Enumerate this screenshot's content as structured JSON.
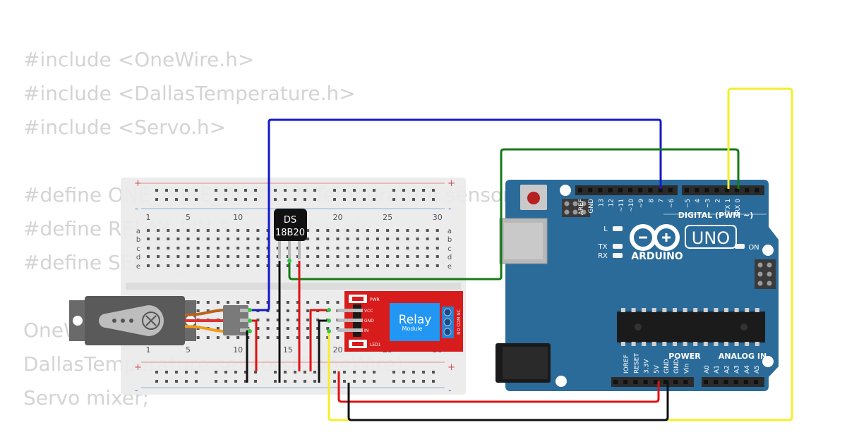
{
  "code": {
    "lines": [
      "#include <OneWire.h>",
      "#include <DallasTemperature.h>",
      "#include <Servo.h>",
      "",
      "#define ONE_WIRE_BUS 2  // Temperature sensor pin",
      "#define RELAY_PIN 3     // Relay pin",
      "#define SERVO_PIN 9     // Servo motor pin",
      "",
      "OneWire oneWire(ONE_WIRE_BUS);",
      "DallasTemperature sensors(&oneWire);",
      "Servo mixer;"
    ]
  },
  "breadboard": {
    "column_numbers": [
      "1",
      "5",
      "10",
      "15",
      "20",
      "25",
      "30"
    ],
    "rows_top": [
      "a",
      "b",
      "c",
      "d",
      "e"
    ],
    "plus": "+",
    "minus": "-"
  },
  "sensor": {
    "line1": "DS",
    "line2": "18B20"
  },
  "relay": {
    "title": "Relay",
    "subtitle": "Module",
    "pin_labels": [
      "VCC",
      "GND",
      "IN"
    ],
    "pwr_label": "PWR",
    "led_label": "LED1",
    "terminal_label": "NO COM NC"
  },
  "arduino": {
    "brand": "ARDUINO",
    "model": "UNO",
    "digital_label": "DIGITAL (PWM ~)",
    "digital_pins": [
      "AREF",
      "GND",
      "13",
      "12",
      "~11",
      "~10",
      "~9",
      "8",
      "7",
      "~6",
      "~5",
      "4",
      "~3",
      "2",
      "TX 1",
      "RX 0"
    ],
    "power_label": "POWER",
    "analog_label": "ANALOG IN",
    "power_pins": [
      "IOREF",
      "RESET",
      "3.3V",
      "5V",
      "GND",
      "GND",
      "Vin"
    ],
    "analog_pins": [
      "A0",
      "A1",
      "A2",
      "A3",
      "A4",
      "A5"
    ],
    "led_l": "L",
    "led_tx": "TX",
    "led_rx": "RX",
    "led_on": "ON"
  },
  "colors": {
    "wire_blue": "#1418c8",
    "wire_green": "#157a15",
    "wire_yellow": "#f2ef2a",
    "wire_red": "#e01010",
    "wire_black": "#111111",
    "board_blue": "#2b6b9a",
    "relay_red": "#d81b1b",
    "relay_blue": "#2196f3"
  }
}
